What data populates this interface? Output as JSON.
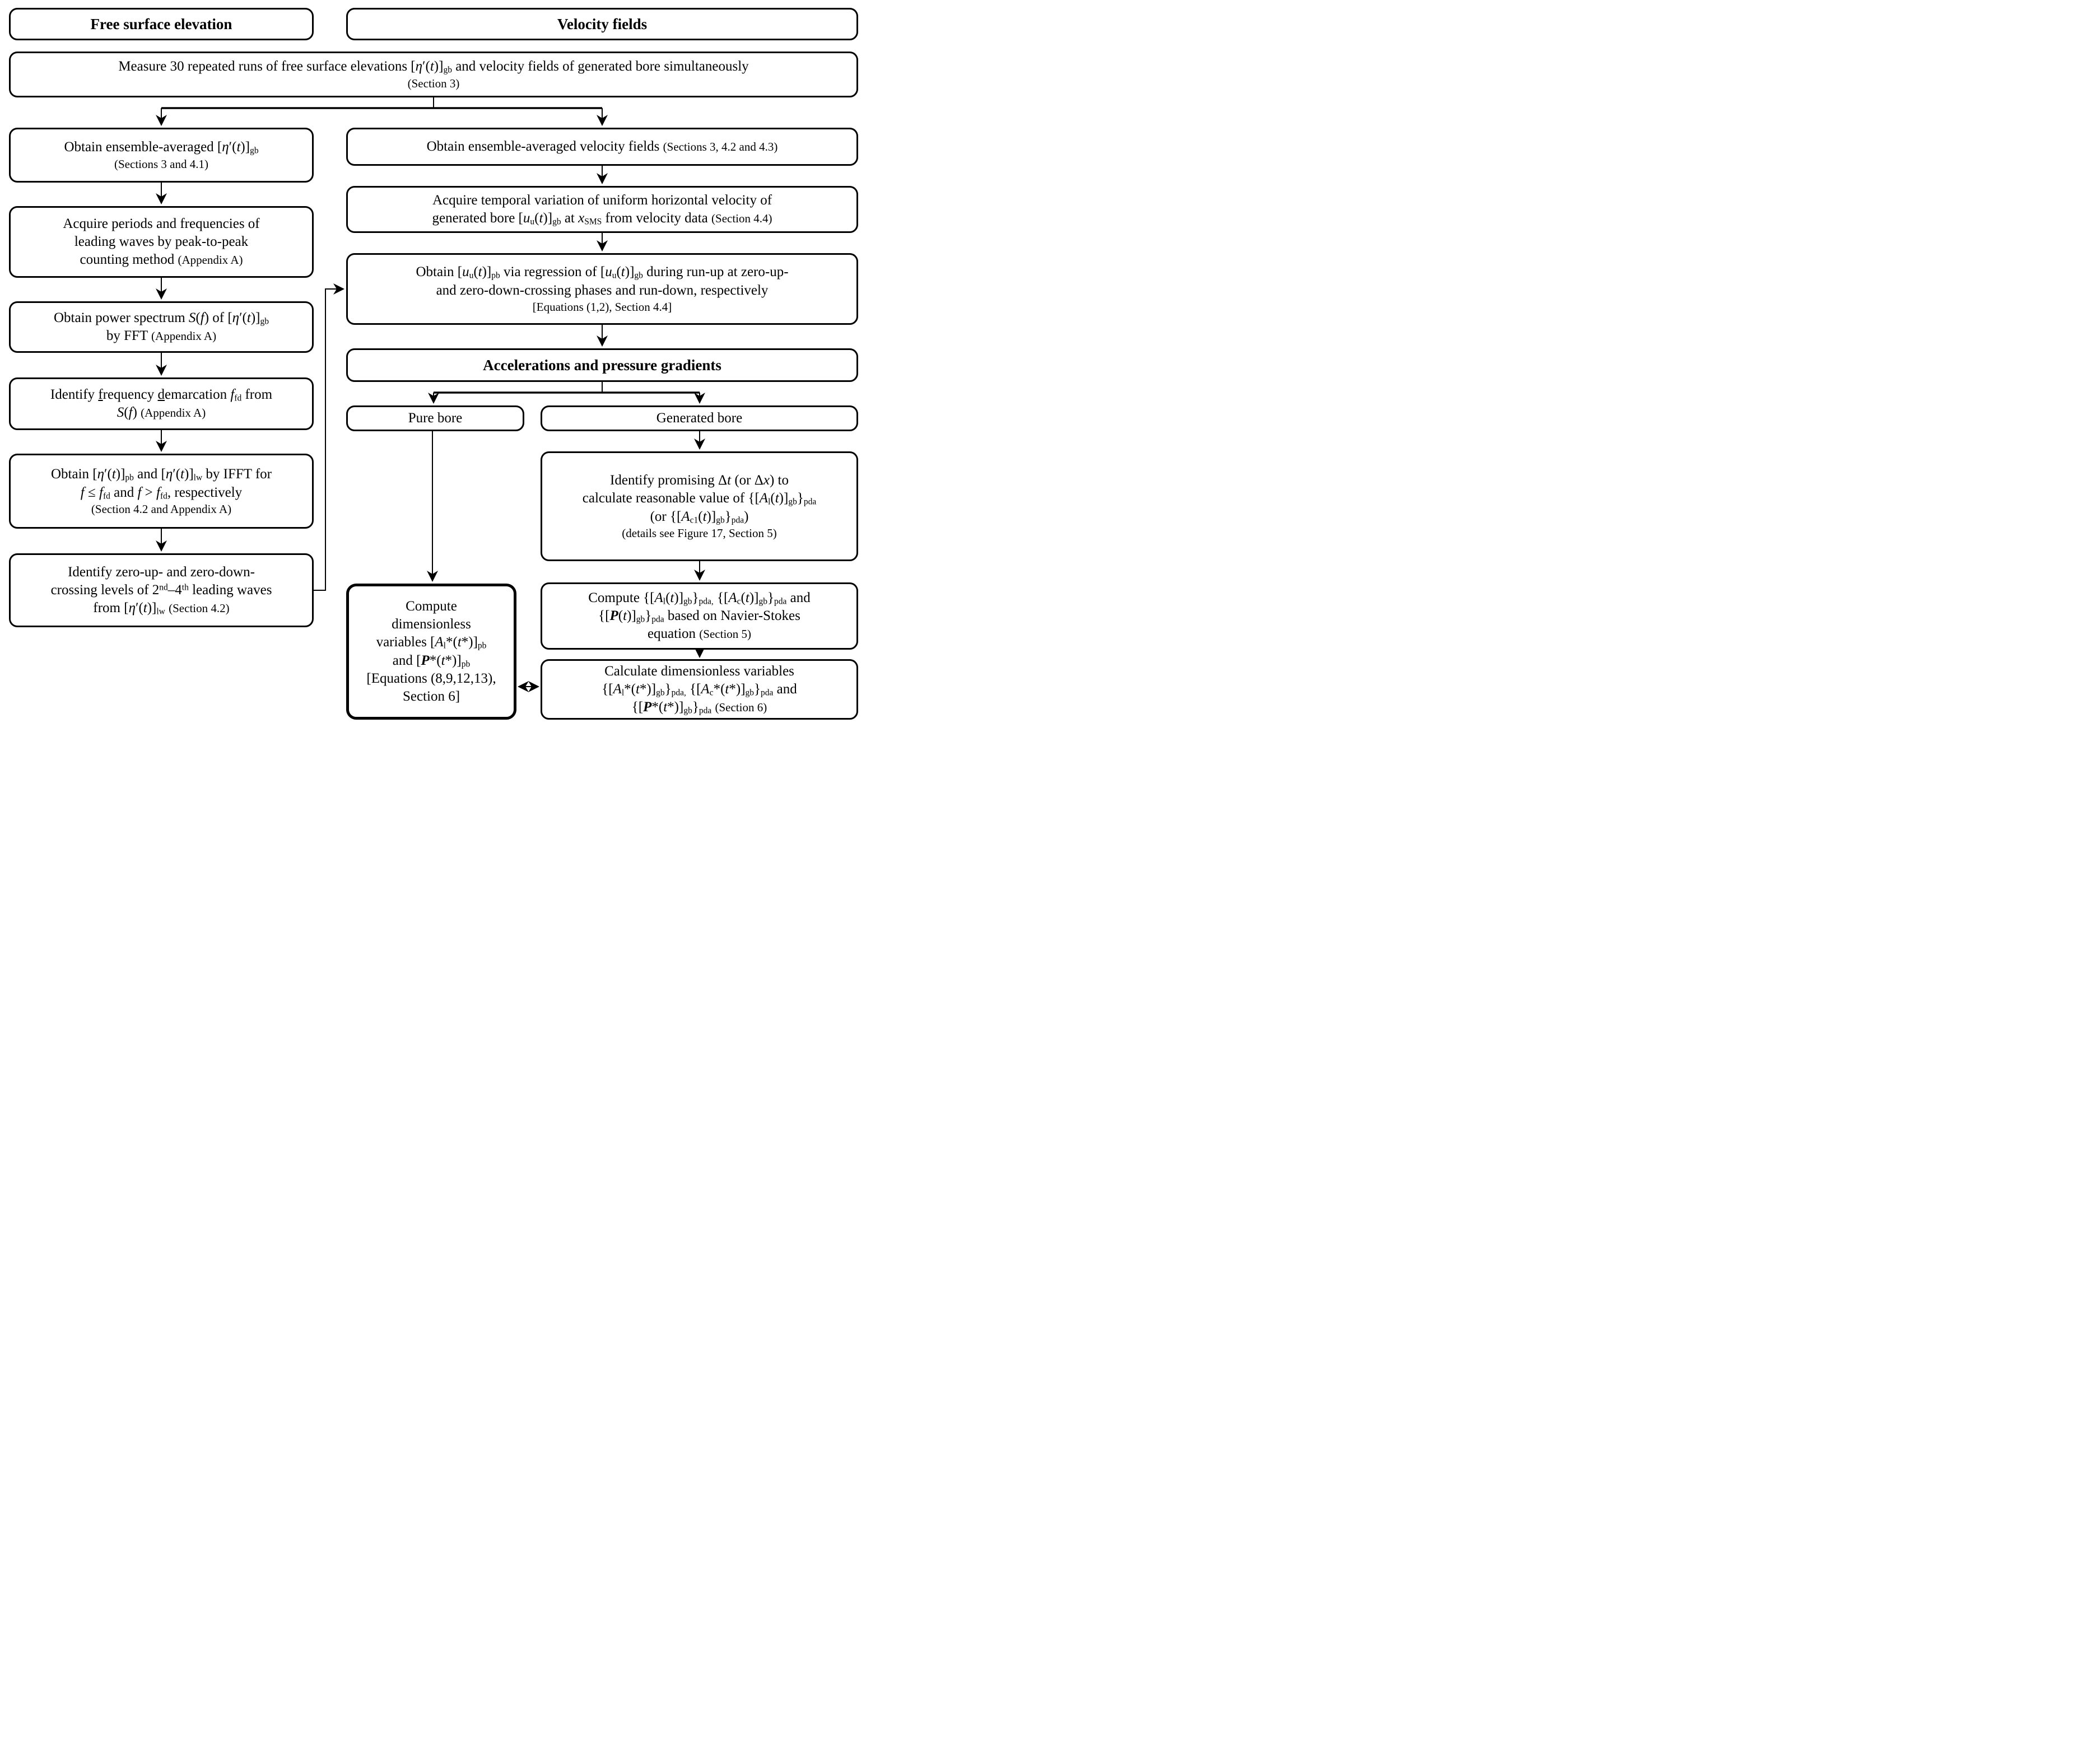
{
  "diagram": {
    "colors": {
      "background": "#ffffff",
      "stroke": "#000000",
      "text": "#000000"
    },
    "headers": {
      "free_surface": "Free surface elevation",
      "velocity_fields": "Velocity fields",
      "accelerations": "Accelerations and pressure gradients",
      "pure_bore": "Pure bore",
      "generated_bore": "Generated bore"
    },
    "nodes": {
      "measure": {
        "lines": [
          {
            "runs": [
              "Measure 30 repeated runs of free surface elevations [",
              {
                "t": "η",
                "f": "i"
              },
              "′(",
              {
                "t": "t",
                "f": "i"
              },
              ")]",
              {
                "t": "gb",
                "f": "sub"
              },
              " and velocity fields of generated bore simultaneously"
            ]
          },
          {
            "small": true,
            "runs": [
              "(Section 3)"
            ]
          }
        ]
      },
      "ensemble_eta": {
        "lines": [
          {
            "runs": [
              "Obtain ensemble-averaged [",
              {
                "t": "η",
                "f": "i"
              },
              "′(",
              {
                "t": "t",
                "f": "i"
              },
              ")]",
              {
                "t": "gb",
                "f": "sub"
              }
            ]
          },
          {
            "small": true,
            "runs": [
              "(Sections 3 and 4.1)"
            ]
          }
        ]
      },
      "periods": {
        "lines": [
          {
            "runs": [
              "Acquire periods and frequencies of"
            ]
          },
          {
            "runs": [
              "leading waves by peak-to-peak"
            ]
          },
          {
            "runs": [
              "counting method ",
              {
                "t": "(Appendix A)",
                "f": "small"
              }
            ]
          }
        ]
      },
      "spectrum": {
        "lines": [
          {
            "runs": [
              "Obtain power spectrum ",
              {
                "t": "S",
                "f": "i"
              },
              "(",
              {
                "t": "f",
                "f": "i"
              },
              ") of [",
              {
                "t": "η",
                "f": "i"
              },
              "′(",
              {
                "t": "t",
                "f": "i"
              },
              ")]",
              {
                "t": "gb",
                "f": "sub"
              }
            ]
          },
          {
            "runs": [
              "by FFT ",
              {
                "t": "(Appendix A)",
                "f": "small"
              }
            ]
          }
        ]
      },
      "demarcation": {
        "lines": [
          {
            "runs": [
              "Identify ",
              {
                "t": "f",
                "f": "u"
              },
              "requency ",
              {
                "t": "d",
                "f": "u"
              },
              "emarcation ",
              {
                "t": "f",
                "f": "i"
              },
              {
                "t": "fd",
                "f": "sub"
              },
              " from"
            ]
          },
          {
            "runs": [
              {
                "t": "S",
                "f": "i"
              },
              "(",
              {
                "t": "f",
                "f": "i"
              },
              ") ",
              {
                "t": "(Appendix A)",
                "f": "small"
              }
            ]
          }
        ]
      },
      "ifft": {
        "lines": [
          {
            "runs": [
              "Obtain [",
              {
                "t": "η",
                "f": "i"
              },
              "′(",
              {
                "t": "t",
                "f": "i"
              },
              ")]",
              {
                "t": "pb",
                "f": "sub"
              },
              " and [",
              {
                "t": "η",
                "f": "i"
              },
              "′(",
              {
                "t": "t",
                "f": "i"
              },
              ")]",
              {
                "t": "lw",
                "f": "sub"
              },
              " by IFFT for"
            ]
          },
          {
            "runs": [
              {
                "t": "f",
                "f": "i"
              },
              " ≤ ",
              {
                "t": "f",
                "f": "i"
              },
              {
                "t": "fd",
                "f": "sub"
              },
              " and ",
              {
                "t": "f",
                "f": "i"
              },
              " > ",
              {
                "t": "f",
                "f": "i"
              },
              {
                "t": "fd",
                "f": "sub"
              },
              ", respectively"
            ]
          },
          {
            "small": true,
            "runs": [
              "(Section 4.2 and Appendix A)"
            ]
          }
        ]
      },
      "zero_crossing": {
        "lines": [
          {
            "runs": [
              "Identify zero-up- and zero-down-"
            ]
          },
          {
            "runs": [
              "crossing levels of 2",
              {
                "t": "nd",
                "f": "sup"
              },
              "–4",
              {
                "t": "th",
                "f": "sup"
              },
              " leading waves"
            ]
          },
          {
            "runs": [
              "from [",
              {
                "t": "η",
                "f": "i"
              },
              "′(",
              {
                "t": "t",
                "f": "i"
              },
              ")]",
              {
                "t": "lw",
                "f": "sub"
              },
              " ",
              {
                "t": "(Section 4.2)",
                "f": "small"
              }
            ]
          }
        ]
      },
      "ensemble_velocity": {
        "lines": [
          {
            "runs": [
              "Obtain ensemble-averaged velocity fields ",
              {
                "t": "(Sections 3, 4.2 and 4.3)",
                "f": "small"
              }
            ]
          }
        ]
      },
      "temporal_variation": {
        "lines": [
          {
            "runs": [
              "Acquire temporal variation of uniform horizontal velocity of"
            ]
          },
          {
            "runs": [
              "generated bore [",
              {
                "t": "u",
                "f": "i"
              },
              {
                "t": "u",
                "f": "sub"
              },
              "(",
              {
                "t": "t",
                "f": "i"
              },
              ")]",
              {
                "t": "gb",
                "f": "sub"
              },
              " at ",
              {
                "t": "x",
                "f": "i"
              },
              {
                "t": "SMS",
                "f": "sub"
              },
              " from velocity data ",
              {
                "t": "(Section 4.4)",
                "f": "small"
              }
            ]
          }
        ]
      },
      "regression": {
        "lines": [
          {
            "runs": [
              "Obtain [",
              {
                "t": "u",
                "f": "i"
              },
              {
                "t": "u",
                "f": "sub"
              },
              "(",
              {
                "t": "t",
                "f": "i"
              },
              ")]",
              {
                "t": "pb",
                "f": "sub"
              },
              " via regression of [",
              {
                "t": "u",
                "f": "i"
              },
              {
                "t": "u",
                "f": "sub"
              },
              "(",
              {
                "t": "t",
                "f": "i"
              },
              ")]",
              {
                "t": "gb",
                "f": "sub"
              },
              " during run-up at zero-up-"
            ]
          },
          {
            "runs": [
              "and zero-down-crossing phases and run-down, respectively"
            ]
          },
          {
            "small": true,
            "runs": [
              "[Equations (1,2), Section 4.4]"
            ]
          }
        ]
      },
      "promising_dt": {
        "lines": [
          {
            "runs": [
              "Identify promising Δ",
              {
                "t": "t",
                "f": "i"
              },
              " (or Δ",
              {
                "t": "x",
                "f": "i"
              },
              ") to"
            ]
          },
          {
            "runs": [
              "calculate reasonable value of {[",
              {
                "t": "A",
                "f": "i"
              },
              {
                "t": "l",
                "f": "sub"
              },
              "(",
              {
                "t": "t",
                "f": "i"
              },
              ")]",
              {
                "t": "gb",
                "f": "sub"
              },
              "}",
              {
                "t": "pda",
                "f": "sub"
              }
            ]
          },
          {
            "runs": [
              "(or {[",
              {
                "t": "A",
                "f": "i"
              },
              {
                "t": "c1",
                "f": "sub"
              },
              "(",
              {
                "t": "t",
                "f": "i"
              },
              ")]",
              {
                "t": "gb",
                "f": "sub"
              },
              "}",
              {
                "t": "pda",
                "f": "sub"
              },
              ")"
            ]
          },
          {
            "small": true,
            "runs": [
              "(details see Figure 17, Section 5)"
            ]
          }
        ]
      },
      "compute_ns": {
        "lines": [
          {
            "runs": [
              "Compute {[",
              {
                "t": "A",
                "f": "i"
              },
              {
                "t": "l",
                "f": "sub"
              },
              "(",
              {
                "t": "t",
                "f": "i"
              },
              ")]",
              {
                "t": "gb",
                "f": "sub"
              },
              "}",
              {
                "t": "pda,",
                "f": "sub"
              },
              " {[",
              {
                "t": "A",
                "f": "i"
              },
              {
                "t": "c",
                "f": "sub"
              },
              "(",
              {
                "t": "t",
                "f": "i"
              },
              ")]",
              {
                "t": "gb",
                "f": "sub"
              },
              "}",
              {
                "t": "pda",
                "f": "sub"
              },
              " and"
            ]
          },
          {
            "runs": [
              "{[",
              {
                "t": "P",
                "f": "bi"
              },
              "(",
              {
                "t": "t",
                "f": "i"
              },
              ")]",
              {
                "t": "gb",
                "f": "sub"
              },
              "}",
              {
                "t": "pda",
                "f": "sub"
              },
              " based on Navier-Stokes"
            ]
          },
          {
            "runs": [
              "equation ",
              {
                "t": "(Section 5)",
                "f": "small"
              }
            ]
          }
        ]
      },
      "calc_dimensionless_gb": {
        "lines": [
          {
            "runs": [
              "Calculate dimensionless variables"
            ]
          },
          {
            "runs": [
              "{[",
              {
                "t": "A",
                "f": "i"
              },
              {
                "t": "l",
                "f": "sub"
              },
              "*(",
              {
                "t": "t",
                "f": "i"
              },
              "*)]",
              {
                "t": "gb",
                "f": "sub"
              },
              "}",
              {
                "t": "pda,",
                "f": "sub"
              },
              " {[",
              {
                "t": "A",
                "f": "i"
              },
              {
                "t": "c",
                "f": "sub"
              },
              "*(",
              {
                "t": "t",
                "f": "i"
              },
              "*)]",
              {
                "t": "gb",
                "f": "sub"
              },
              "}",
              {
                "t": "pda",
                "f": "sub"
              },
              " and"
            ]
          },
          {
            "runs": [
              "{[",
              {
                "t": "P",
                "f": "bi"
              },
              "*(",
              {
                "t": "t",
                "f": "i"
              },
              "*)]",
              {
                "t": "gb",
                "f": "sub"
              },
              "}",
              {
                "t": "pda",
                "f": "sub"
              },
              " ",
              {
                "t": "(Section 6)",
                "f": "small"
              }
            ]
          }
        ]
      },
      "compute_dimensionless_pb": {
        "lines": [
          {
            "runs": [
              "Compute"
            ]
          },
          {
            "runs": [
              "dimensionless"
            ]
          },
          {
            "runs": [
              "variables [",
              {
                "t": "A",
                "f": "i"
              },
              {
                "t": "l",
                "f": "sub"
              },
              "*(",
              {
                "t": "t",
                "f": "i"
              },
              "*)]",
              {
                "t": "pb",
                "f": "sub"
              }
            ]
          },
          {
            "runs": [
              "and [",
              {
                "t": "P",
                "f": "bi"
              },
              "*(",
              {
                "t": "t",
                "f": "i"
              },
              "*)]",
              {
                "t": "pb",
                "f": "sub"
              }
            ]
          },
          {
            "runs": [
              "[Equations (8,9,12,13),"
            ]
          },
          {
            "runs": [
              "Section 6]"
            ]
          }
        ]
      }
    }
  }
}
